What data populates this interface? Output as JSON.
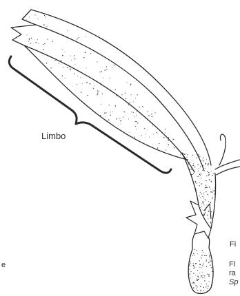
{
  "labels": {
    "limbo": "Limbo",
    "fig": "Fi",
    "caption_line_1": "Fl",
    "caption_line_2": "ra",
    "caption_line_3": "Sp",
    "left_fragment": "e"
  },
  "colors": {
    "ink": "#2a2a2a",
    "stipple": "#3a3a3a",
    "background": "#ffffff"
  }
}
